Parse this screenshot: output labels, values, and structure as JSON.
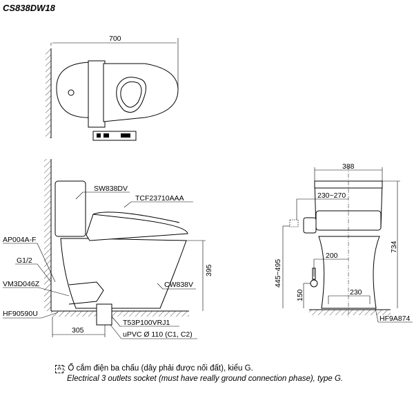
{
  "model": "CS838DW18",
  "top_view": {
    "dim_width": "700"
  },
  "side_view": {
    "labels": {
      "tank": "SW838DV",
      "seat": "TCF23710AAA",
      "bowl": "CW838V",
      "ap": "AP004A-F",
      "g": "G1/2",
      "vm": "VM3D046Z",
      "hf": "HF90590U",
      "t53": "T53P100VRJ1",
      "pipe": "uPVC Ø 110 (C1, C2)"
    },
    "dims": {
      "height": "395",
      "rough_in": "305"
    }
  },
  "front_view": {
    "labels": {
      "hf": "HF9A874"
    },
    "dims": {
      "width": "388",
      "height": "734",
      "socket_offset": "230~270",
      "socket_height": "445~495",
      "supply_offset": "200",
      "supply_height": "150",
      "bolt_spacing": "230"
    }
  },
  "notes": {
    "socket_icon": "electrical-socket-icon",
    "vi": ": Ổ cắm điện ba chấu (dây phải được nối đất), kiểu G.",
    "en": "Electrical 3 outlets socket (must have really ground connection phase), type G."
  }
}
